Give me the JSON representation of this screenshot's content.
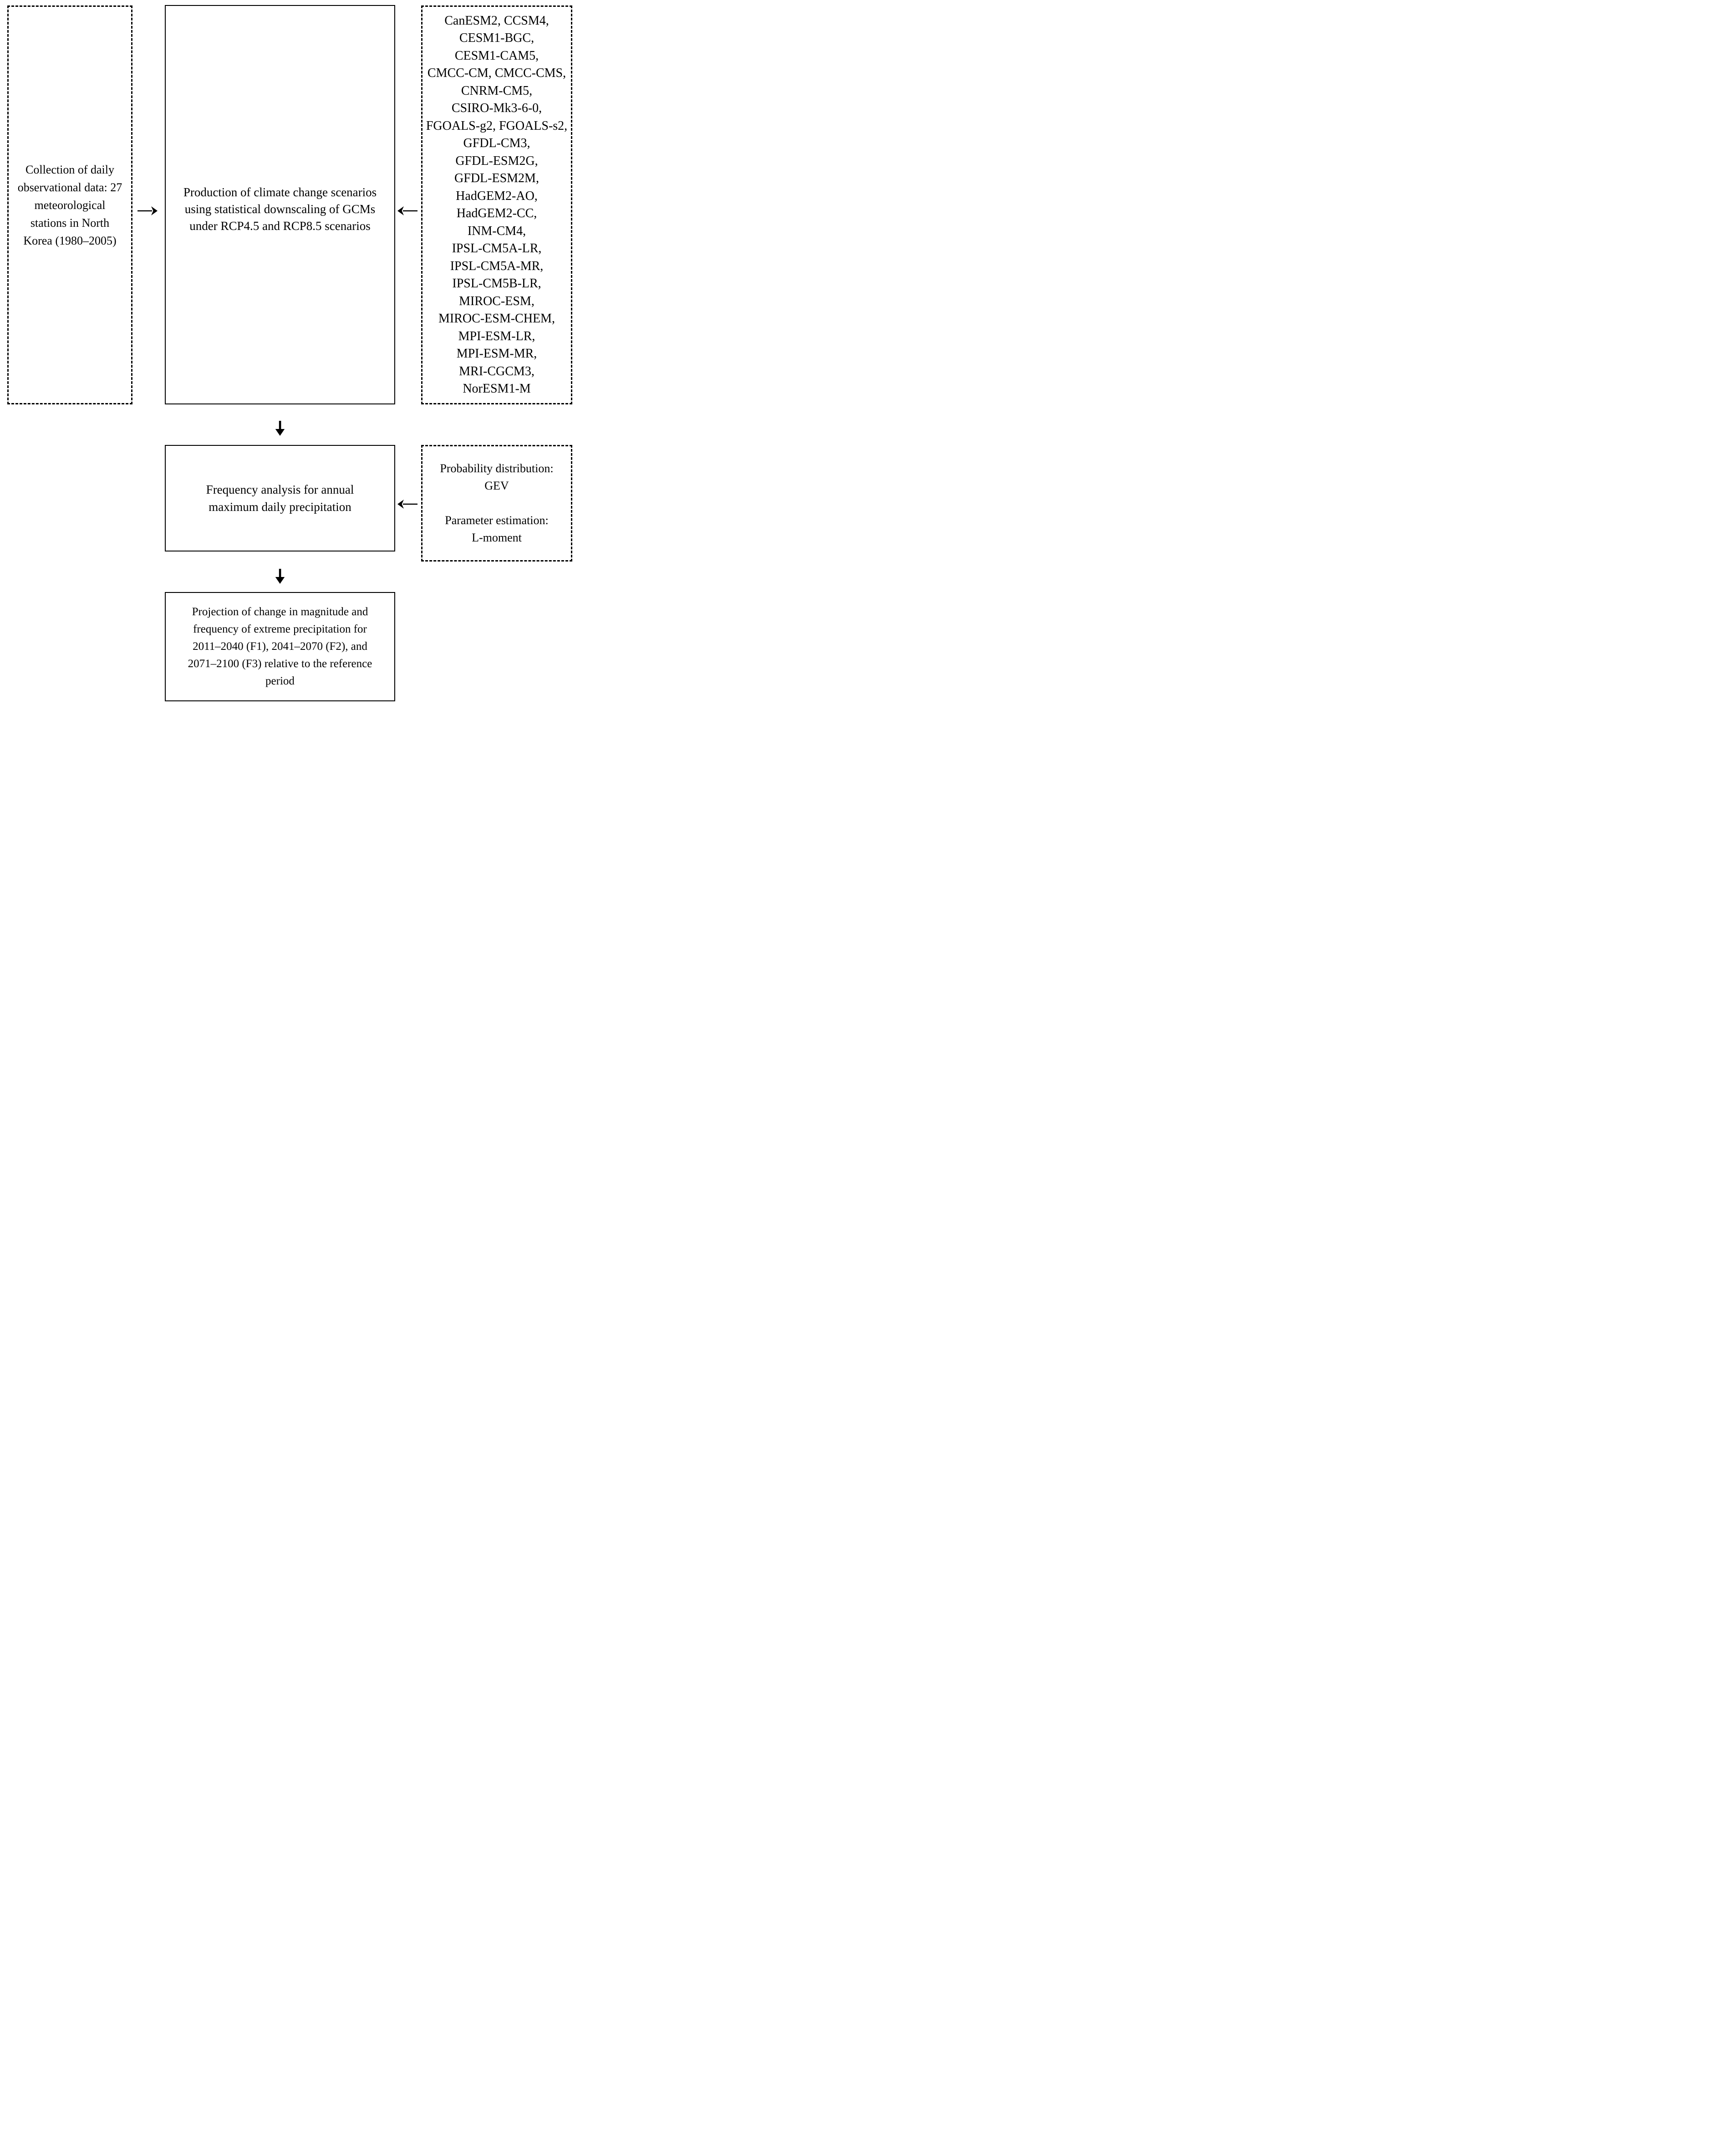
{
  "figure": {
    "type": "flowchart",
    "colors": {
      "background": "#ffffff",
      "line": "#000000",
      "text": "#000000"
    },
    "boxes": {
      "collection": {
        "border": "dashed",
        "text": "Collection of daily\nobservational data: 27\nmeteorological\nstations in North\nKorea (1980–2005)"
      },
      "production": {
        "border": "solid",
        "text": "Production of climate change scenarios\nusing statistical downscaling of GCMs\nunder RCP4.5 and RCP8.5 scenarios"
      },
      "gcm_models": {
        "border": "dashed",
        "text": "CanESM2, CCSM4,\nCESM1-BGC,\nCESM1-CAM5,\nCMCC-CM, CMCC-CMS,\nCNRM-CM5,\nCSIRO-Mk3-6-0,\nFGOALS-g2, FGOALS-s2,\nGFDL-CM3,\nGFDL-ESM2G,\nGFDL-ESM2M,\nHadGEM2-AO,\nHadGEM2-CC,\nINM-CM4,\nIPSL-CM5A-LR,\nIPSL-CM5A-MR,\nIPSL-CM5B-LR,\nMIROC-ESM,\nMIROC-ESM-CHEM,\nMPI-ESM-LR,\nMPI-ESM-MR,\nMRI-CGCM3,\nNorESM1-M"
      },
      "frequency": {
        "border": "solid",
        "text": "Frequency analysis for annual\nmaximum daily precipitation"
      },
      "probability": {
        "border": "dashed",
        "text": "Probability distribution:\nGEV\n\nParameter estimation:\nL-moment"
      },
      "projection": {
        "border": "solid",
        "text": "Projection of change in magnitude and\nfrequency of extreme precipitation for\n2011–2040 (F1), 2041–2070 (F2), and\n2071–2100 (F3) relative to the reference\nperiod"
      }
    },
    "arrows": [
      {
        "id": "collection-to-production",
        "direction": "right"
      },
      {
        "id": "gcms-to-production",
        "direction": "left"
      },
      {
        "id": "production-to-frequency",
        "direction": "down"
      },
      {
        "id": "probability-to-frequency",
        "direction": "left"
      },
      {
        "id": "frequency-to-projection",
        "direction": "down"
      }
    ]
  }
}
